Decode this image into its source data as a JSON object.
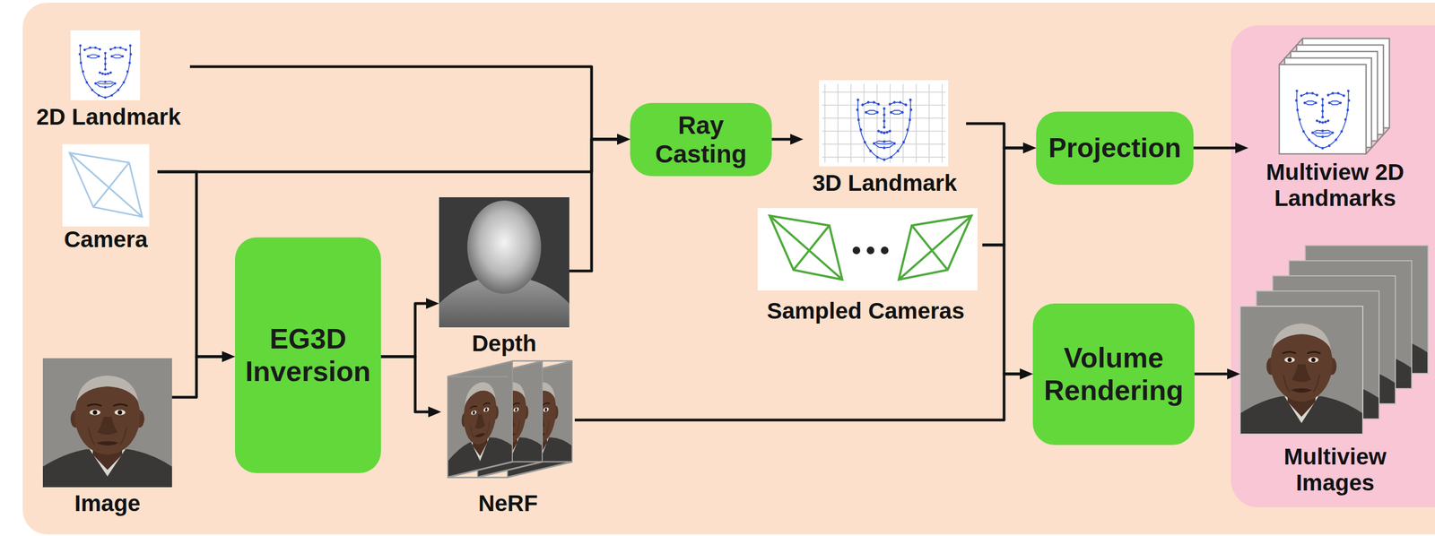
{
  "diagram": {
    "nodes": [
      {
        "text": [
          "2D Landmark"
        ]
      },
      {
        "text": [
          "Camera"
        ]
      },
      {
        "text": [
          "Image"
        ]
      },
      {
        "text": [
          "EG3D Inversion"
        ]
      },
      {
        "text": [
          "Depth"
        ]
      },
      {
        "text": [
          "NeRF"
        ]
      },
      {
        "text": [
          "Ray Casting"
        ]
      },
      {
        "text": [
          "3D Landmark"
        ]
      },
      {
        "text": [
          "Sampled Cameras"
        ]
      },
      {
        "text": [
          "Projection"
        ]
      },
      {
        "text": [
          "Volume Rendering"
        ]
      },
      {
        "text": [
          "Multiview 2D Landmarks"
        ]
      },
      {
        "text": [
          "Multiview Images"
        ]
      }
    ],
    "edges": [
      {
        "from": 0,
        "to": 6,
        "arrow": "to"
      },
      {
        "from": 1,
        "to": 6,
        "arrow": "to"
      },
      {
        "from": 4,
        "to": 6,
        "arrow": "to"
      },
      {
        "from": 1,
        "to": 3,
        "arrow": "to"
      },
      {
        "from": 2,
        "to": 3,
        "arrow": "to"
      },
      {
        "from": 3,
        "to": 4,
        "arrow": "to"
      },
      {
        "from": 3,
        "to": 5,
        "arrow": "to"
      },
      {
        "from": 6,
        "to": 7,
        "arrow": "to"
      },
      {
        "from": 7,
        "to": 9,
        "arrow": "to"
      },
      {
        "from": 8,
        "to": 9,
        "arrow": "to"
      },
      {
        "from": 8,
        "to": 10,
        "arrow": "to"
      },
      {
        "from": 5,
        "to": 10,
        "arrow": "to"
      },
      {
        "from": 9,
        "to": 11,
        "arrow": "to"
      },
      {
        "from": 10,
        "to": 12,
        "arrow": "to"
      }
    ]
  }
}
